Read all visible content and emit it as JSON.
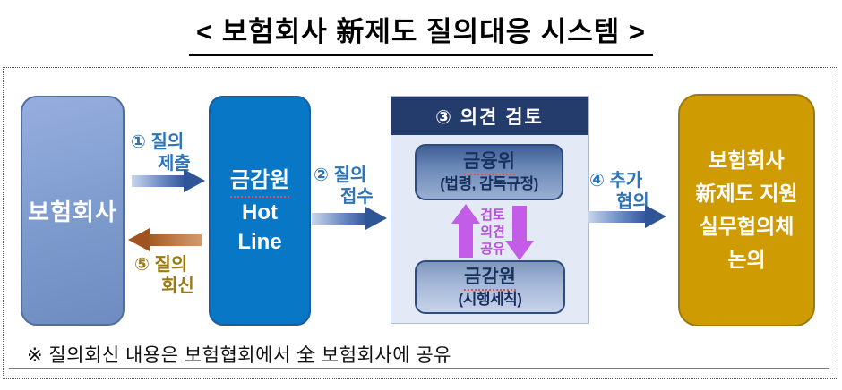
{
  "title": "< 보험회사 新제도 질의대응 시스템 >",
  "nodes": {
    "insurer": {
      "label": "보험회사"
    },
    "hotline": {
      "line1": "금감원",
      "line2": "Hot",
      "line3": "Line"
    },
    "review": {
      "header": "③ 의견 검토",
      "fsc": {
        "line1": "금융위",
        "line2": "(법령, 감독규정)"
      },
      "fss": {
        "line1": "금감원",
        "line2": "(시행세칙)"
      },
      "exchange": {
        "line1": "검토",
        "line2": "의견",
        "line3": "공유"
      }
    },
    "council": {
      "line1": "보험회사",
      "line2": "新제도 지원",
      "line3": "실무협의체",
      "line4": "논의"
    }
  },
  "arrows": {
    "a1": {
      "line1": "① 질의",
      "line2": "제출"
    },
    "a2": {
      "line1": "② 질의",
      "line2": "접수"
    },
    "a4": {
      "line1": "④ 추가",
      "line2": "협의"
    },
    "a5": {
      "line1": "⑤ 질의",
      "line2": "회신"
    }
  },
  "note": "※ 질의회신 내용은 보험협회에서 全 보험회사에 공유",
  "colors": {
    "hotline_fill": "#0877C6",
    "council_fill": "#CE9B02",
    "panel_header": "#243C6C",
    "panel_body": "#E3EAF6",
    "insurer_fill": "#7D9ACD",
    "flow_label_blue": "#2E74B5",
    "flow_label_gold": "#9C7A12",
    "arrow_blue_dark": "#2F5597",
    "arrow_brown": "#9F531E",
    "exchange_magenta": "#C35CE6"
  }
}
